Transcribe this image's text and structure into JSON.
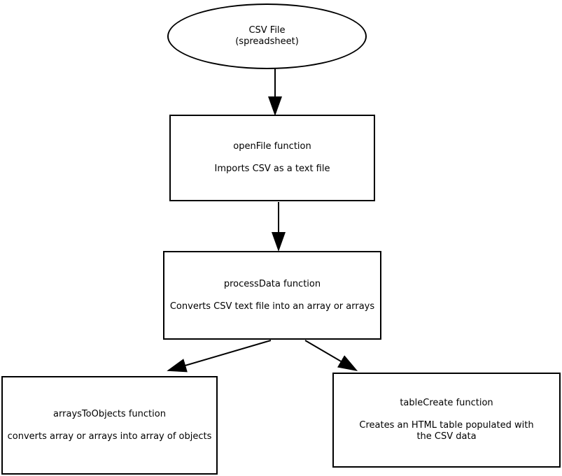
{
  "diagram": {
    "colors": {
      "background": "#ffffff",
      "stroke": "#000000",
      "text": "#000000"
    },
    "nodes": [
      {
        "id": "csv-file",
        "shape": "ellipse",
        "label": "CSV File\n(spreadsheet)"
      },
      {
        "id": "openfile-function",
        "shape": "rect",
        "title": "openFile function",
        "body": "Imports CSV as a text file"
      },
      {
        "id": "processdata-function",
        "shape": "rect",
        "title": "processData function",
        "body": "Converts CSV text file into an array or arrays"
      },
      {
        "id": "arraystoobjects-function",
        "shape": "rect",
        "title": "arraysToObjects function",
        "body": "converts array or arrays into array of objects"
      },
      {
        "id": "tablecreate-function",
        "shape": "rect",
        "title": "tableCreate function",
        "body": "Creates an HTML table populated with\nthe CSV data"
      }
    ],
    "edges": [
      {
        "from": "csv-file",
        "to": "openfile-function"
      },
      {
        "from": "openfile-function",
        "to": "processdata-function"
      },
      {
        "from": "processdata-function",
        "to": "arraystoobjects-function"
      },
      {
        "from": "processdata-function",
        "to": "tablecreate-function"
      }
    ]
  }
}
